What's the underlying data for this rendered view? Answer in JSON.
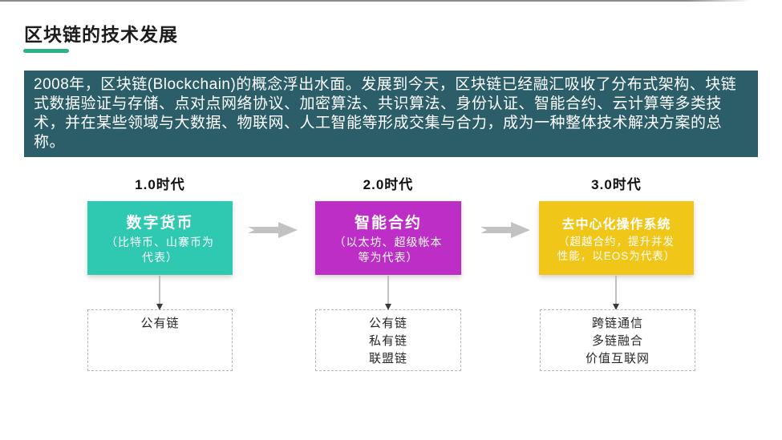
{
  "page": {
    "title": "区块链的技术发展",
    "intro": "2008年，区块链(Blockchain)的概念浮出水面。发展到今天，区块链已经融汇吸收了分布式架构、块链式数据验证与存储、点对点网络协议、加密算法、共识算法、身份认证、智能合约、云计算等多类技术，并在某些领域与大数据、物联网、人工智能等形成交集与合力，成为一种整体技术解决方案的总称。"
  },
  "colors": {
    "title_underline_green": "#2bb08a",
    "intro_panel_teal": "#2b5e69",
    "stage1_teal": "#2fc9b1",
    "stage2_magenta": "#bc2ec5",
    "stage3_gold": "#f0c619",
    "arrow_gray": "#c2c2c2"
  },
  "stages": [
    {
      "era": "1.0时代",
      "title": "数字货币",
      "subtitle": "（比特币、山寨币为\n代表）",
      "color": "#2fc9b1",
      "chains": "公有链"
    },
    {
      "era": "2.0时代",
      "title": "智能合约",
      "subtitle": "（以太坊、超级帐本\n等为代表）",
      "color": "#bc2ec5",
      "chains": "公有链\n私有链\n联盟链"
    },
    {
      "era": "3.0时代",
      "title": "去中心化操作系统",
      "subtitle": "（超越合约，提升并发\n性能，以EOS为代表）",
      "color": "#f0c619",
      "chains": "跨链通信\n多链融合\n价值互联网"
    }
  ]
}
